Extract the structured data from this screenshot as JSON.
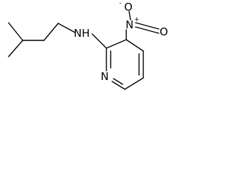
{
  "molecule": {
    "atoms": {
      "amine": "NH",
      "ring_nitrogen": "N",
      "nitro_nitrogen": "N",
      "nitro_nitrogen_charge": "+",
      "nitro_oxygen_top": "O",
      "nitro_oxygen_top_charge": "-",
      "nitro_oxygen_right": "O"
    }
  }
}
